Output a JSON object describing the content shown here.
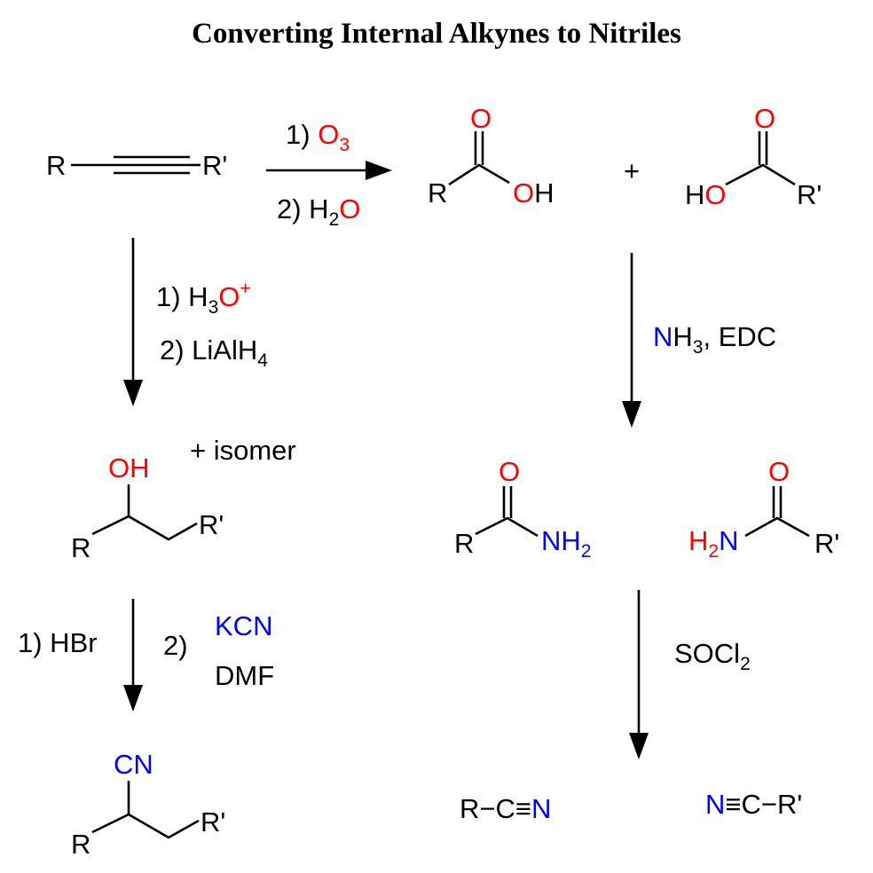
{
  "title": "Converting Internal Alkynes to Nitriles",
  "colors": {
    "oxygen": "#ff0000",
    "nitrogen": "#0000ff",
    "bond": "#000000"
  },
  "alkyne": {
    "r": "R",
    "r2": "R'"
  },
  "ozonolysis": {
    "step1_num": "1) ",
    "step1_reagent": "O",
    "step1_sub": "3",
    "step2_num": "2) H",
    "step2_sub": "2",
    "step2_o": "O"
  },
  "acid1": {
    "r": "R",
    "o": "O",
    "oh_o": "O",
    "oh_h": "H"
  },
  "plus": "+",
  "acid2": {
    "ho_h": "H",
    "ho_o": "O",
    "o": "O",
    "r2": "R'"
  },
  "hydration": {
    "step1_num": "1) H",
    "step1_sub": "3",
    "step1_o": "O",
    "step1_sup": "+",
    "step2": "2) LiAlH",
    "step2_sub": "4"
  },
  "amidation": {
    "n": "N",
    "h": "H",
    "sub": "3",
    "rest": ", EDC"
  },
  "alcohol": {
    "oh": "OH",
    "r": "R",
    "r2": "R'",
    "isomer": "+ isomer"
  },
  "amide1": {
    "r": "R",
    "o": "O",
    "nh": "NH",
    "sub": "2"
  },
  "amide2": {
    "h": "H",
    "sub": "2",
    "n": "N",
    "o": "O",
    "r2": "R'"
  },
  "substitution": {
    "step1": "1) HBr",
    "step2": "2)",
    "kcn": "KCN",
    "dmf": "DMF"
  },
  "dehydration": {
    "reagent": "SOCl",
    "sub": "2"
  },
  "nitrile_branched": {
    "cn": "CN",
    "r": "R",
    "r2": "R'"
  },
  "nitrile1": {
    "rc": "R−C≡",
    "n": "N"
  },
  "nitrile2": {
    "n": "N",
    "cr": "≡C−R'"
  }
}
